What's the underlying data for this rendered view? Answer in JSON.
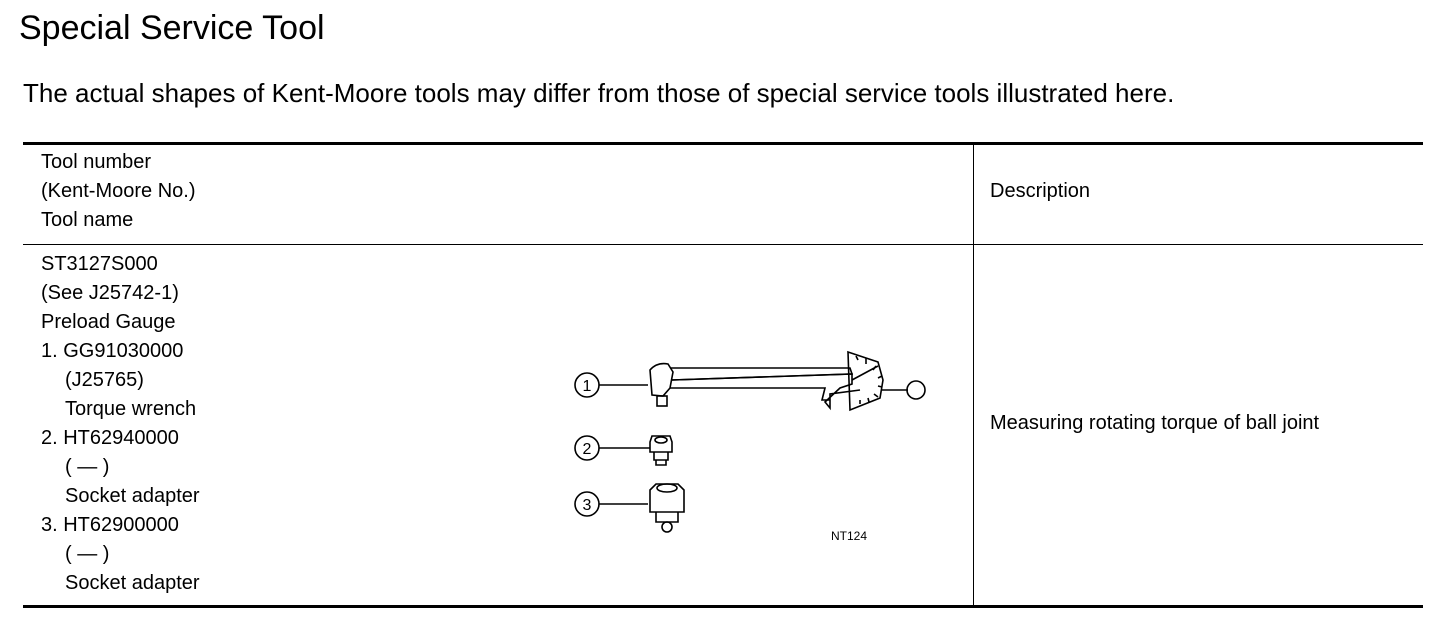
{
  "page": {
    "title": "Special Service Tool",
    "note": "The actual shapes of Kent-Moore tools may differ from those of special service tools illustrated here."
  },
  "table": {
    "header": {
      "tool_col_lines": [
        "Tool number",
        "(Kent-Moore No.)",
        "Tool name"
      ],
      "description": "Description"
    },
    "row": {
      "tool_lines": [
        "ST3127S000",
        "(See J25742-1)",
        "Preload Gauge",
        "1. GG91030000",
        "(J25765)",
        "Torque wrench",
        "2. HT62940000",
        "(  —  )",
        "Socket adapter",
        "3. HT62900000",
        "(  —  )",
        "Socket adapter"
      ],
      "callouts": [
        "1",
        "2",
        "3"
      ],
      "figure_code": "NT124",
      "description": "Measuring rotating torque of ball joint"
    }
  }
}
